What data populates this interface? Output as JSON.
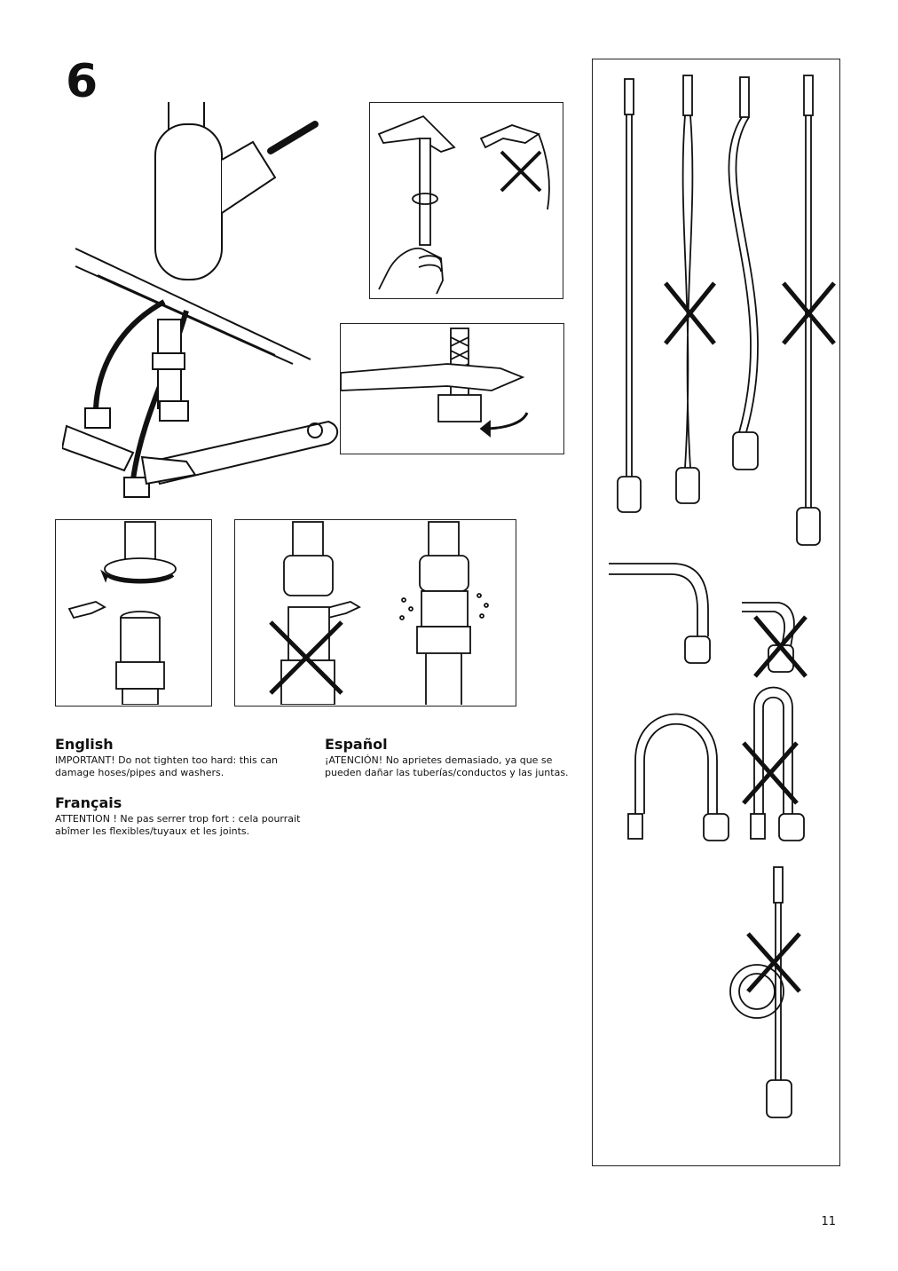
{
  "step": {
    "number": "6"
  },
  "warnings": {
    "english": {
      "title": "English",
      "text": "IMPORTANT! Do not tighten too hard: this can damage hoses/pipes and washers."
    },
    "francais": {
      "title": "Français",
      "text": "ATTENTION ! Ne pas serrer trop fort : cela pourrait abîmer les flexibles/tuyaux et les joints."
    },
    "espanol": {
      "title": "Español",
      "text": "¡ATENCIÓN! No aprietes demasiado, ya que se pueden dañar las tuberías/conductos y las juntas."
    }
  },
  "footer": {
    "page_number": "11"
  }
}
